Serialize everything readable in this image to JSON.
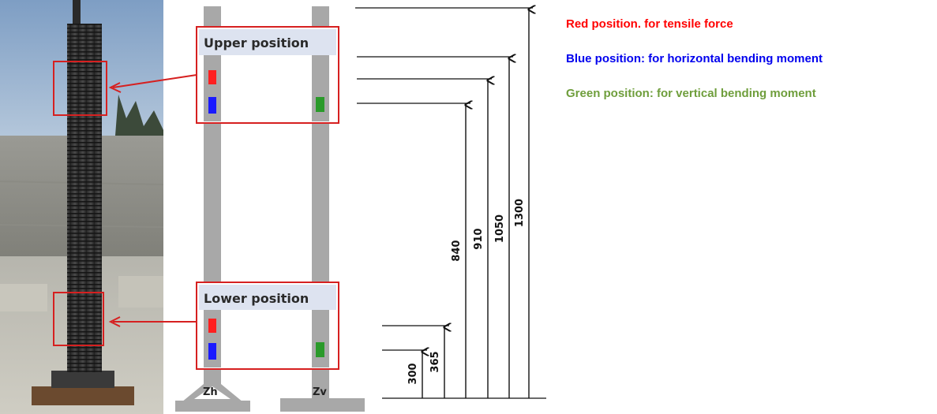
{
  "legend": [
    {
      "text": "Red position. for tensile force",
      "color": "#ff0000"
    },
    {
      "text": "Blue position: for horizontal bending moment",
      "color": "#0000ee"
    },
    {
      "text": "Green position: for vertical bending moment",
      "color": "#6f9e3c"
    }
  ],
  "boxes": {
    "upper": {
      "label": "Upper position"
    },
    "lower": {
      "label": "Lower position"
    }
  },
  "supports": {
    "left": "Zh",
    "right": "Zv"
  },
  "dimensions": [
    "300",
    "365",
    "840",
    "910",
    "1050",
    "1300"
  ],
  "colors": {
    "highlight": "#d62020",
    "column": "#a8a8a8",
    "sensor_red": "#ff2020",
    "sensor_blue": "#1a1aff",
    "sensor_green": "#2a9a2a"
  }
}
